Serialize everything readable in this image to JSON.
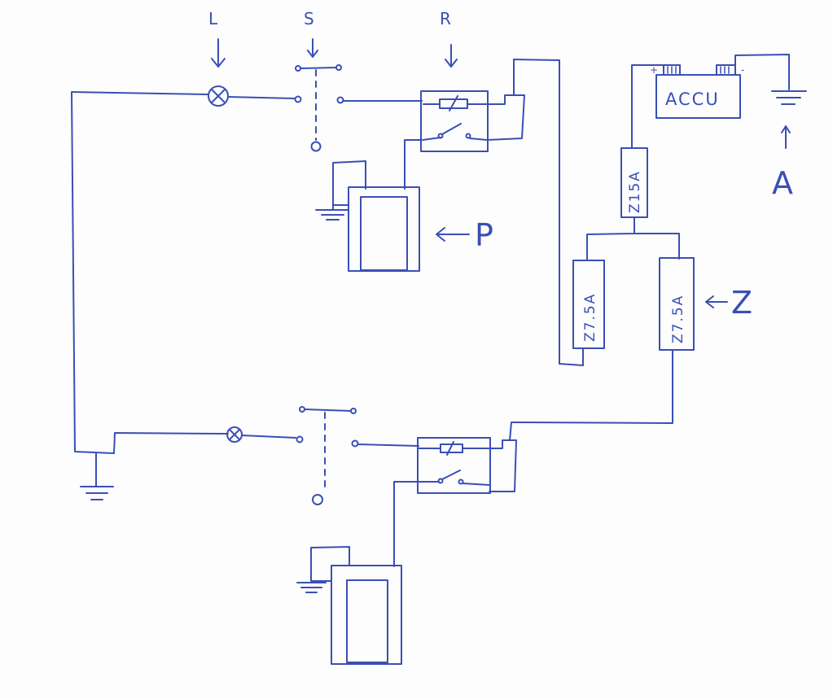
{
  "labels": {
    "lamp": "L",
    "switch": "S",
    "relay": "R",
    "pump": "P",
    "accumulator_tag": "A",
    "fuse_tag": "Z"
  },
  "battery": {
    "text": "ACCU",
    "plus": "+",
    "minus": "-"
  },
  "fuses": {
    "main": "Z15A",
    "left": "Z7.5A",
    "right": "Z7.5A"
  },
  "ink_color": "#3a4fb4"
}
